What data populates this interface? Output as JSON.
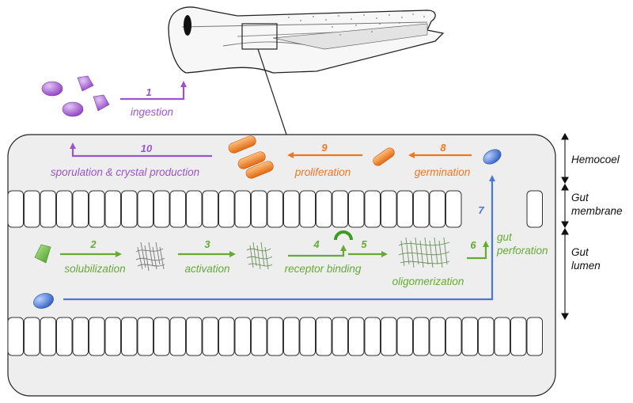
{
  "colors": {
    "purple": "#9b55cc",
    "orange": "#ee7722",
    "green": "#66aa33",
    "blue": "#4a78d0",
    "cell_bg": "#eeeeee"
  },
  "steps": {
    "s1": {
      "num": "1",
      "label": "ingestion"
    },
    "s2": {
      "num": "2",
      "label": "solubilization"
    },
    "s3": {
      "num": "3",
      "label": "activation"
    },
    "s4": {
      "num": "4",
      "label": "receptor binding"
    },
    "s5": {
      "num": "5",
      "label": "oligomerization"
    },
    "s6": {
      "num": "6",
      "label_line1": "gut",
      "label_line2": "perforation"
    },
    "s7": {
      "num": "7"
    },
    "s8": {
      "num": "8",
      "label": "germination"
    },
    "s9": {
      "num": "9",
      "label": "proliferation"
    },
    "s10": {
      "num": "10",
      "label": "sporulation & crystal production"
    }
  },
  "regions": {
    "hemocoel": "Hemocoel",
    "membrane_line1": "Gut",
    "membrane_line2": "membrane",
    "lumen_line1": "Gut",
    "lumen_line2": "lumen"
  },
  "icons": [
    "larva-icon",
    "crystal-icon",
    "spore-icon",
    "bacterium-icon",
    "toxin-structure-icon",
    "receptor-icon"
  ]
}
